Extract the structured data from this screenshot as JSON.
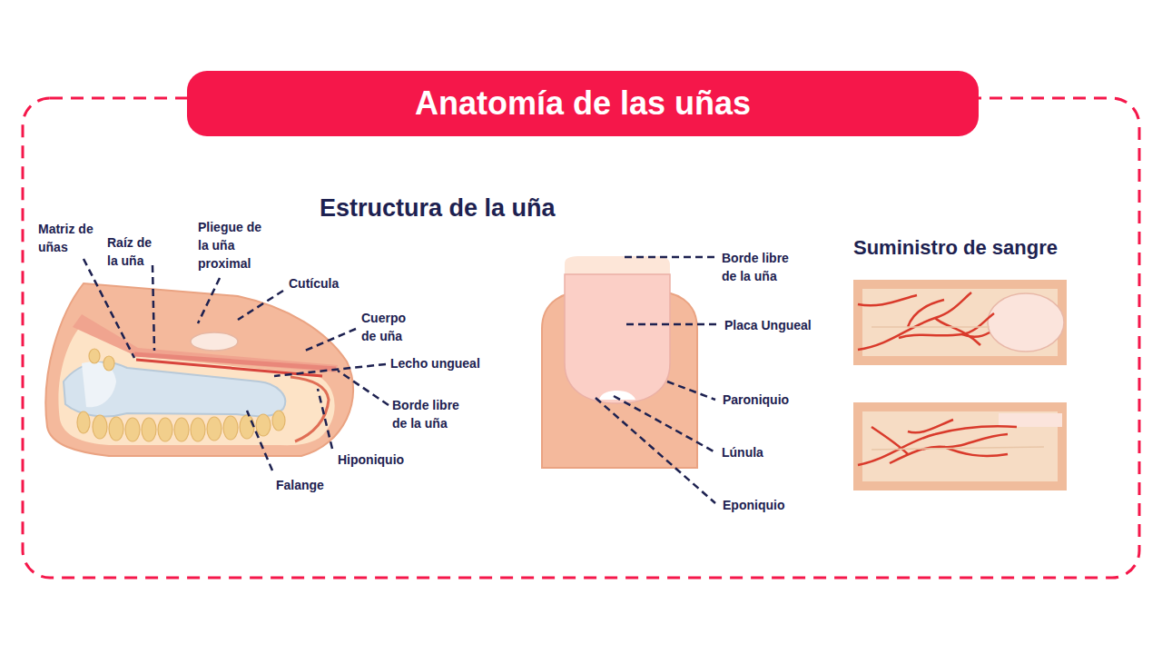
{
  "diagram": {
    "title": "Anatomía de las uñas",
    "labels": [
      "Estructura de la uña",
      "Suministro de sangre",
      "Matriz de uñas",
      "Raíz de la uña",
      "Pliegue de la uña proximal",
      "Cutícula",
      "Cuerpo de uña",
      "Lecho ungueal",
      "Borde libre de la uña",
      "Hiponiquio",
      "Falange",
      "Borde libre de la uña",
      "Placa Ungueal",
      "Paroniquio",
      "Lúnula",
      "Eponiquio"
    ]
  }
}
